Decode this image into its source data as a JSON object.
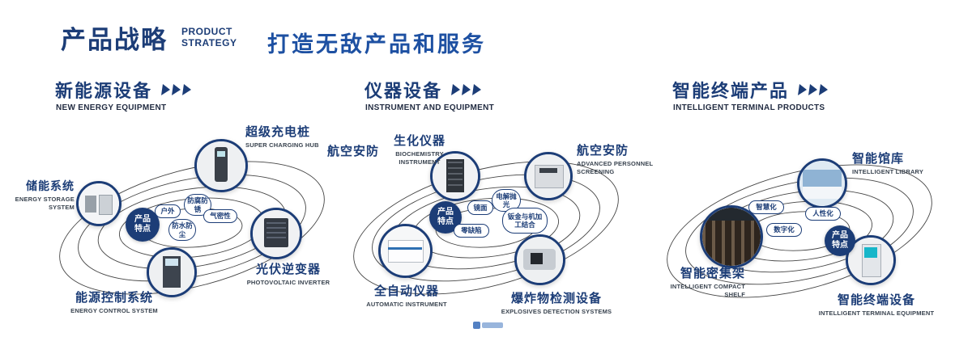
{
  "header": {
    "title": "产品战略",
    "subtitle_line1": "PRODUCT",
    "subtitle_line2": "STRATEGY",
    "tagline": "打造无敌产品和服务"
  },
  "colors": {
    "navy": "#1c3d77",
    "accent_blue": "#1d50a2"
  },
  "sections": [
    {
      "title": "新能源设备",
      "english": "NEW ENERGY EQUIPMENT",
      "badge": "产品特点",
      "tags": [
        "户外",
        "防腐防锈",
        "气密性",
        "防水防尘"
      ],
      "products": [
        {
          "name": "储能系统",
          "english": "ENERGY STORAGE SYSTEM"
        },
        {
          "name": "超级充电桩",
          "english": "SUPER CHARGING HUB"
        },
        {
          "name": "光伏逆变器",
          "english": "PHOTOVOLTAIC INVERTER"
        },
        {
          "name": "能源控制系统",
          "english": "ENERGY CONTROL SYSTEM"
        }
      ]
    },
    {
      "title": "仪器设备",
      "english": "INSTRUMENT AND EQUIPMENT",
      "badge": "产品特点",
      "extra_label": "航空安防",
      "tags": [
        "镜面",
        "电解抛光",
        "零缺陷",
        "钣金与机加工结合"
      ],
      "products": [
        {
          "name": "生化仪器",
          "english": "BIOCHEMISTRY INSTRUMENT"
        },
        {
          "name": "航空安防",
          "english": "ADVANCED PERSONNEL SCREENING"
        },
        {
          "name": "全自动仪器",
          "english": "AUTOMATIC INSTRUMENT"
        },
        {
          "name": "爆炸物检测设备",
          "english": "EXPLOSIVES DETECTION SYSTEMS"
        }
      ]
    },
    {
      "title": "智能终端产品",
      "english": "INTELLIGENT TERMINAL PRODUCTS",
      "badge": "产品特点",
      "tags": [
        "智慧化",
        "人性化",
        "数字化"
      ],
      "products": [
        {
          "name": "智能馆库",
          "english": "INTELLIGENT LIBRARY"
        },
        {
          "name": "智能密集架",
          "english": "INTELLIGENT COMPACT SHELF"
        },
        {
          "name": "智能终端设备",
          "english": "INTELLIGENT TERMINAL EQUIPMENT"
        }
      ]
    }
  ]
}
